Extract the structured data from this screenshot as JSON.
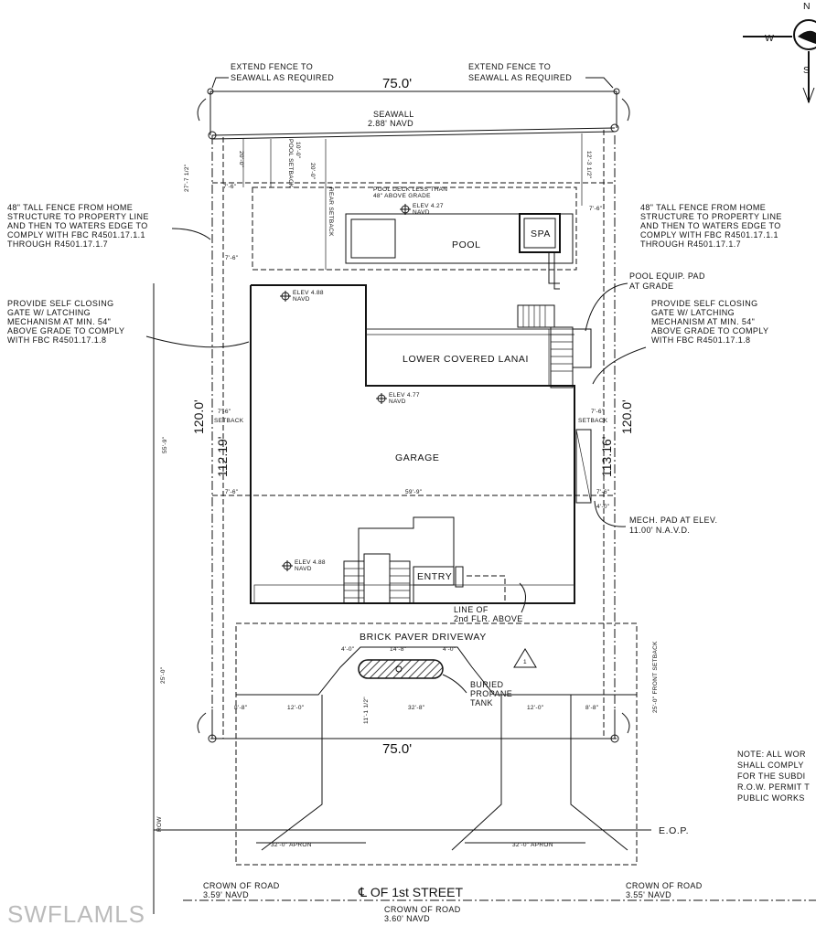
{
  "compass": {
    "n": "N",
    "w": "W",
    "s": "S"
  },
  "dims": {
    "top_width": "75.0'",
    "bottom_width": "75.0'",
    "left_depth": "120.0'",
    "right_depth": "120.0'",
    "left_bldg": "112.19'",
    "right_bldg": "113.16'"
  },
  "notes": {
    "fence_ext_left": [
      "EXTEND FENCE TO",
      "SEAWALL AS REQUIRED"
    ],
    "fence_ext_right": [
      "EXTEND FENCE TO",
      "SEAWALL AS REQUIRED"
    ],
    "seawall": [
      "SEAWALL",
      "2.88' NAVD"
    ],
    "fence_left": [
      "48\" TALL FENCE FROM HOME",
      "STRUCTURE TO PROPERTY LINE",
      "AND THEN TO WATERS EDGE TO",
      "COMPLY WITH FBC R4501.17.1.1",
      "THROUGH R4501.17.1.7"
    ],
    "fence_right": [
      "48\" TALL FENCE FROM HOME",
      "STRUCTURE TO PROPERTY LINE",
      "AND THEN TO WATERS EDGE TO",
      "COMPLY WITH FBC R4501.17.1.1",
      "THROUGH R4501.17.1.7"
    ],
    "gate_left": [
      "PROVIDE SELF CLOSING",
      "GATE W/ LATCHING",
      "MECHANISM AT MIN. 54\"",
      "ABOVE GRADE TO COMPLY",
      "WITH FBC R4501.17.1.8"
    ],
    "gate_right": [
      "PROVIDE SELF CLOSING",
      "GATE W/ LATCHING",
      "MECHANISM AT MIN. 54\"",
      "ABOVE GRADE TO COMPLY",
      "WITH FBC R4501.17.1.8"
    ],
    "pool_equip": [
      "POOL EQUIP. PAD",
      "AT GRADE"
    ],
    "mech_pad": [
      "MECH. PAD AT ELEV.",
      "11.00' N.A.V.D."
    ],
    "line_of": [
      "LINE OF",
      "2nd FLR. ABOVE"
    ],
    "propane": [
      "BURIED",
      "PROPANE",
      "TANK"
    ],
    "all_work": [
      "NOTE: ALL WOR",
      "SHALL COMPLY",
      "FOR THE SUBDI",
      "R.O.W. PERMIT T",
      "PUBLIC WORKS"
    ]
  },
  "rooms": {
    "pool": "POOL",
    "spa": "SPA",
    "lanai": "LOWER COVERED LANAI",
    "garage": "GARAGE",
    "entry": "ENTRY",
    "driveway": "BRICK PAVER DRIVEWAY"
  },
  "small": {
    "elev1": "ELEV 4.27",
    "elev2": "ELEV 4.88",
    "elev3": "ELEV 4.77",
    "elev4": "ELEV 4.88",
    "navd": "NAVD",
    "setback_l": "7'-6\"",
    "setback_r": "7'-6\"",
    "setback": "SETBACK",
    "pool_deck": "POOL DECK LESS THAN",
    "pool_deck2": "48\" ABOVE GRADE",
    "rear_setback": "REAR SETBACK",
    "pool_setback": "POOL SETBACK",
    "front_setback": "25'-0\" FRONT SETBACK",
    "dim_7_6a": "7'-6\"",
    "dim_7_6b": "7'-6\"",
    "dim_7_6c": "7'-6\"",
    "dim_7_6d": "7'-6\"",
    "dim_59": "59'-9\"",
    "dim_14": "14'-8\"",
    "dim_4a": "4'-0\"",
    "dim_4b": "4'-0\"",
    "dim_32": "32'-8\"",
    "dim_12a": "12'-0\"",
    "dim_12b": "12'-0\"",
    "dim_8a": "8'-8\"",
    "dim_8b": "8'-8\"",
    "dim_11": "11'-1 1/2\"",
    "dim_25": "25'-0\"",
    "dim_55": "55'-9\"",
    "dim_27": "27'-7 1/2\"",
    "dim_20": "20'-0\"",
    "dim_12_3": "12'-3 1/2\"",
    "dim_10": "10'-0\"",
    "dim_24": "4'-0\"",
    "apron_l": "32'-0\" APRON",
    "apron_r": "32'-0\" APRON",
    "row": "ROW"
  },
  "road": {
    "eop": "E.O.P.",
    "centerline": "℄ OF 1st STREET",
    "crown_left": [
      "CROWN OF ROAD",
      "3.59' NAVD"
    ],
    "crown_right": [
      "CROWN OF ROAD",
      "3.55' NAVD"
    ],
    "crown_mid": [
      "CROWN OF ROAD",
      "3.60' NAVD"
    ]
  },
  "revision_mark": "1",
  "watermark": "SWFLAMLS"
}
